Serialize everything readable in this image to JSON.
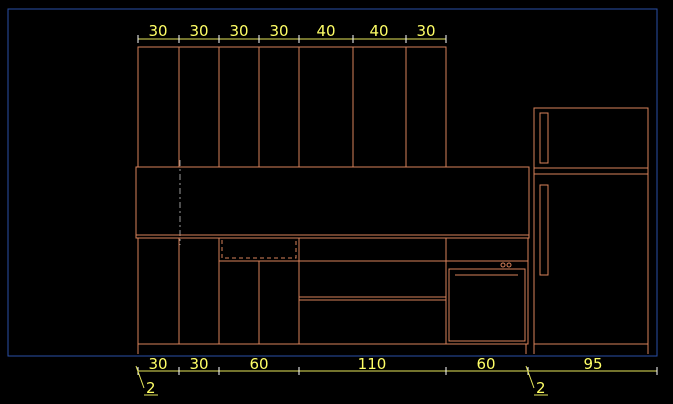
{
  "colors": {
    "background": "#000000",
    "frame": "#2a4fa8",
    "cabinet_lines": "#d9825a",
    "dimension_text": "#ffff66"
  },
  "top_dimensions": [
    "30",
    "30",
    "30",
    "30",
    "40",
    "40",
    "30"
  ],
  "bottom_dimensions": [
    "30",
    "30",
    "60",
    "110",
    "60",
    "95"
  ],
  "section_markers": [
    "2",
    "2"
  ]
}
